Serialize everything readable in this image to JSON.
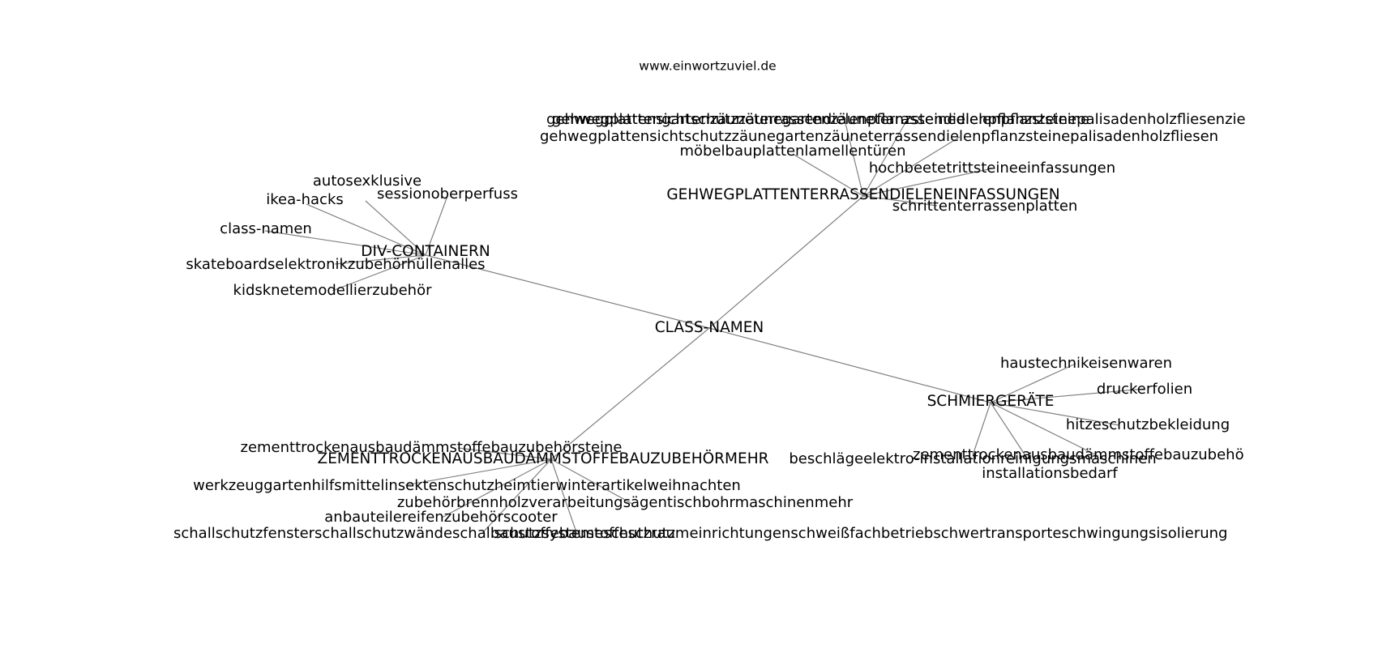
{
  "source": "www.einwortzuviel.de",
  "graph": {
    "center": {
      "id": "center",
      "label": "CLASS-NAMEN"
    },
    "hubs": [
      {
        "id": "div",
        "label": "DIV-CONTAINERN",
        "leaves": [
          {
            "id": "div-1",
            "label": "autosexklusive"
          },
          {
            "id": "div-2",
            "label": "sessionoberperfuss"
          },
          {
            "id": "div-3",
            "label": "ikea-hacks"
          },
          {
            "id": "div-4",
            "label": "class-namen"
          },
          {
            "id": "div-5",
            "label": "skateboardselektronikzubehörhüllenalles"
          },
          {
            "id": "div-6",
            "label": "kidsknetemodellierzubehör"
          }
        ]
      },
      {
        "id": "geh",
        "label": "GEHWEGPLATTENTERRASSENDIELENEINFASSUNGEN",
        "leaves": [
          {
            "id": "geh-1",
            "label": "gehwegplattensichtschutzzäunegartenzäuneterrassendielenpflanzsteinepalisadenholzfliesenzierkies"
          },
          {
            "id": "geh-2",
            "label": "gehwegplattengartenzäuneterrassendielenpflanzsteinedielenpflanzsteine"
          },
          {
            "id": "geh-3",
            "label": "gehwegplattensichtschutzzäunegartenzäuneterrassendielenpflanzsteinepalisadenholzfliesen"
          },
          {
            "id": "geh-4",
            "label": "möbelbauplattenlamellentüren"
          },
          {
            "id": "geh-5",
            "label": "hochbeetetrittsteineeinfassungen"
          },
          {
            "id": "geh-6",
            "label": "schrittenterrassenplatten"
          }
        ]
      },
      {
        "id": "sch",
        "label": "SCHMIERGERÄTE",
        "leaves": [
          {
            "id": "sch-1",
            "label": "haustechnikeisenwaren"
          },
          {
            "id": "sch-2",
            "label": "druckerfolien"
          },
          {
            "id": "sch-3",
            "label": "hitzeschutzbekleidung"
          },
          {
            "id": "sch-4",
            "label": "zementtrockenausbaudämmstoffebauzubehör"
          },
          {
            "id": "sch-5",
            "label": "beschlägeelektro-installationreinigungsmaschinen"
          },
          {
            "id": "sch-6",
            "label": "installationsbedarf"
          }
        ]
      },
      {
        "id": "zem",
        "label": "ZEMENTTROCKENAUSBAUDÄMMSTOFFEBAUZUBEHÖRMEHR",
        "leaves": [
          {
            "id": "zem-1",
            "label": "zementtrockenausbaudämmstoffebauzubehörsteine"
          },
          {
            "id": "zem-2",
            "label": "werkzeuggartenhilfsmittelinsektenschutzheimtierwinterartikelweihnachten"
          },
          {
            "id": "zem-3",
            "label": "zubehörbrennholzverarbeitungsägentischbohrmaschinenmehr"
          },
          {
            "id": "zem-4",
            "label": "anbauteilereifenzubehörscooter"
          },
          {
            "id": "zem-5",
            "label": "schallschutzfensterschallschutzwändeschallschutzsystemeschutzraumeinrichtungenschweißfachbetriebschwertransporteschwingungsisolierung"
          },
          {
            "id": "zem-6",
            "label": "baustoffebaustoffeschutz"
          }
        ]
      }
    ]
  }
}
